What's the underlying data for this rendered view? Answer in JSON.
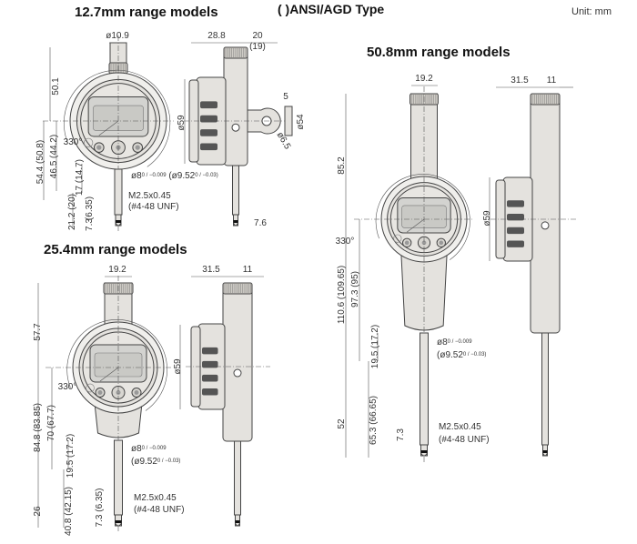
{
  "header": {
    "ansi_note": "( )ANSI/AGD Type",
    "unit": "Unit: mm"
  },
  "sections": {
    "r127": {
      "title": "12.7mm range models",
      "stem_dia": "ø10.9",
      "top_height": "50.1",
      "height_a": "54.4 (50.8)",
      "height_b": "46.5 (44.2)",
      "spindle_len": "17 (14.7)",
      "angle": "330°",
      "spindle_dia": "ø8",
      "spindle_tol": "0 / −0.009",
      "spindle_dia_ansi": "(ø9.52",
      "spindle_tol_ansi": "0 / −0.03)",
      "thread": "M2.5x0.45",
      "thread_ansi": "(#4-48 UNF)",
      "stroke": "21.2 (20)",
      "tip_a": "(6.35)",
      "tip_b": "7.3",
      "depth": "28.8",
      "lug_offset": "20",
      "lug_offset_ansi": "(19)",
      "bezel_dia": "ø59",
      "lug_thick": "5",
      "lug_dia": "ø54",
      "hole_dia": "ø6.5",
      "tip_offset": "7.6"
    },
    "r254": {
      "title": "25.4mm range models",
      "stem_dia": "19.2",
      "top_height": "57.7",
      "height_a": "84.8 (83.85)",
      "height_b": "70 (67.7)",
      "spindle_len": "19.5 (17.2)",
      "angle": "330°",
      "spindle_dia": "ø8",
      "spindle_tol": "0 / −0.009",
      "spindle_dia_ansi": "(ø9.52",
      "spindle_tol_ansi": "0 / −0.03)",
      "thread": "M2.5x0.45",
      "thread_ansi": "(#4-48 UNF)",
      "stroke_a": "26",
      "stroke_b": "40.8 (42.15)",
      "tip": "7.3 (6.35)",
      "depth": "31.5",
      "back": "11",
      "bezel_dia": "ø59"
    },
    "r508": {
      "title": "50.8mm range models",
      "stem_dia": "19.2",
      "top_height": "85.2",
      "height_a": "110.6 (109.65)",
      "height_b": "97.3 (95)",
      "spindle_len": "19.5 (17.2)",
      "angle": "330°",
      "spindle_dia": "ø8",
      "spindle_tol": "0 / −0.009",
      "spindle_dia_ansi": "(ø9.52",
      "spindle_tol_ansi": "0 / −0.03)",
      "thread": "M2.5x0.45",
      "thread_ansi": "(#4-48 UNF)",
      "stroke_a": "52",
      "stroke_b": "65.3 (66.65)",
      "tip": "7.3",
      "depth": "31.5",
      "back": "11",
      "bezel_dia": "ø59"
    }
  },
  "colors": {
    "body": "#e4e2de",
    "outline": "#444444",
    "lcd": "#d3d3d0",
    "band": "#111111"
  }
}
